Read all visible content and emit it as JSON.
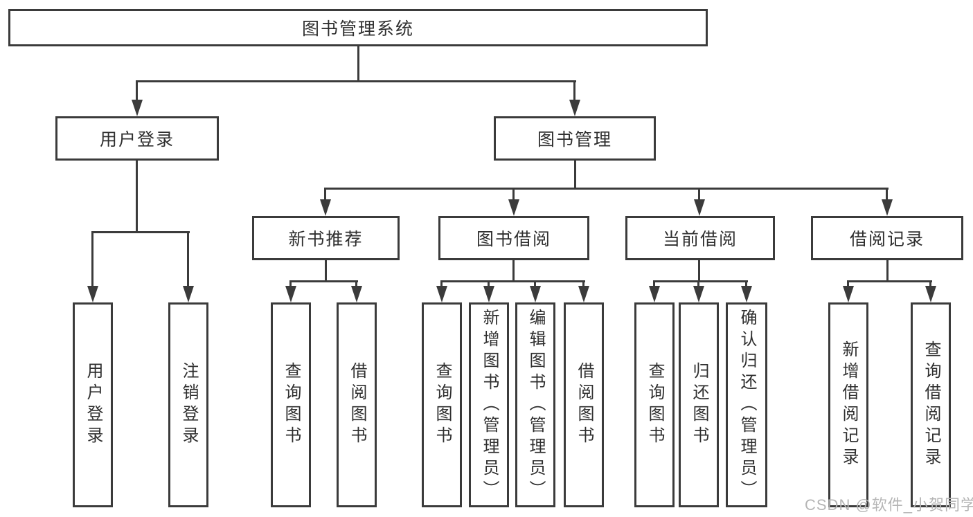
{
  "colors": {
    "line": "#3b3b3b",
    "text": "#2f2f2f",
    "background": "#ffffff",
    "watermark": "#b5b5b5"
  },
  "watermark": {
    "text": "CSDN @软件_小贺同学"
  },
  "root": {
    "label": "图书管理系统",
    "children": [
      {
        "label": "用户登录",
        "children": [
          {
            "label": "用户登录"
          },
          {
            "label": "注销登录"
          }
        ]
      },
      {
        "label": "图书管理",
        "children": [
          {
            "label": "新书推荐",
            "children": [
              {
                "label": "查询图书"
              },
              {
                "label": "借阅图书"
              }
            ]
          },
          {
            "label": "图书借阅",
            "children": [
              {
                "label": "查询图书"
              },
              {
                "label": "新增图书（管理员）"
              },
              {
                "label": "编辑图书（管理员）"
              },
              {
                "label": "借阅图书"
              }
            ]
          },
          {
            "label": "当前借阅",
            "children": [
              {
                "label": "查询图书"
              },
              {
                "label": "归还图书"
              },
              {
                "label": "确认归还（管理员）"
              }
            ]
          },
          {
            "label": "借阅记录",
            "children": [
              {
                "label": "新增借阅记录"
              },
              {
                "label": "查询借阅记录"
              }
            ]
          }
        ]
      }
    ]
  }
}
